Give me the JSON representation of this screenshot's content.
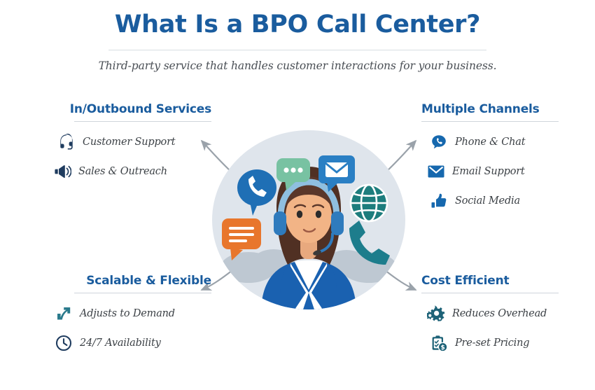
{
  "header": {
    "title": "What Is a BPO Call Center?",
    "subtitle": "Third-party service that handles customer interactions for your business."
  },
  "colors": {
    "heading_blue": "#1a5c9e",
    "icon_navy": "#1f3c5f",
    "icon_blue": "#1668ae",
    "icon_teal": "#1d6277",
    "accent_orange": "#e8762c",
    "accent_green": "#78c2a2",
    "circle_bg": "#dfe5ec",
    "arrow_gray": "#9aa2aa",
    "rule_gray": "#cfd5db",
    "body_text": "#3c4146",
    "background": "#ffffff"
  },
  "quadrants": {
    "top_left": {
      "title": "In/Outbound Services",
      "items": [
        {
          "label": "Customer Support",
          "icon": "headset-icon"
        },
        {
          "label": "Sales & Outreach",
          "icon": "megaphone-icon"
        }
      ]
    },
    "top_right": {
      "title": "Multiple Channels",
      "items": [
        {
          "label": "Phone & Chat",
          "icon": "phone-chat-bubble-icon"
        },
        {
          "label": "Email Support",
          "icon": "envelope-icon"
        },
        {
          "label": "Social Media",
          "icon": "thumbs-up-icon"
        }
      ]
    },
    "bottom_left": {
      "title": "Scalable & Flexible",
      "items": [
        {
          "label": "Adjusts to Demand",
          "icon": "growth-arrow-icon"
        },
        {
          "label": "24/7 Availability",
          "icon": "clock-icon"
        }
      ]
    },
    "bottom_right": {
      "title": "Cost Efficient",
      "items": [
        {
          "label": "Reduces Overhead",
          "icon": "gears-icon"
        },
        {
          "label": "Pre-set Pricing",
          "icon": "clipboard-dollar-icon"
        }
      ]
    }
  },
  "center_illustration": {
    "name": "call-center-agent-illustration",
    "description": "Customer service agent wearing a headset inside a circle",
    "floating_icons": [
      {
        "name": "phone-bubble-icon",
        "color": "#1f6fb5"
      },
      {
        "name": "chat-dots-bubble-icon",
        "color": "#78c2a2"
      },
      {
        "name": "email-bubble-icon",
        "color": "#2a7fc4"
      },
      {
        "name": "globe-icon",
        "color": "#1d7d7d"
      },
      {
        "name": "phone-handset-icon",
        "color": "#1d7d8c"
      },
      {
        "name": "message-lines-bubble-icon",
        "color": "#e8762c"
      }
    ]
  },
  "arrows": [
    {
      "name": "arrow-to-inoutbound-services",
      "direction": "up-left"
    },
    {
      "name": "arrow-to-multiple-channels",
      "direction": "up-right"
    },
    {
      "name": "arrow-to-scalable-flexible",
      "direction": "down-left"
    },
    {
      "name": "arrow-to-cost-efficient",
      "direction": "down-right"
    }
  ]
}
